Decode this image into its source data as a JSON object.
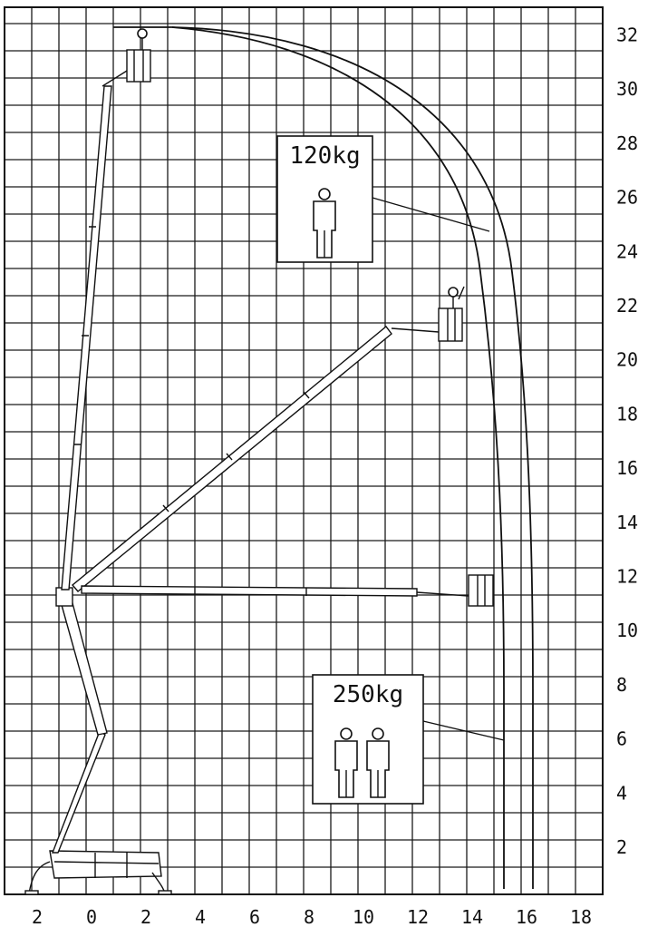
{
  "chart_data": {
    "type": "diagram",
    "x_tick_labels": [
      "2",
      "0",
      "2",
      "4",
      "6",
      "8",
      "10",
      "12",
      "14",
      "16",
      "18"
    ],
    "y_tick_labels": [
      "2",
      "4",
      "6",
      "8",
      "10",
      "12",
      "14",
      "16",
      "18",
      "20",
      "22",
      "24",
      "26",
      "28",
      "30",
      "32"
    ],
    "grid": true,
    "load_zones": [
      {
        "label": "120kg",
        "persons": 1
      },
      {
        "label": "250kg",
        "persons": 2
      }
    ]
  },
  "colors": {
    "line": "#111111",
    "background": "#ffffff"
  }
}
